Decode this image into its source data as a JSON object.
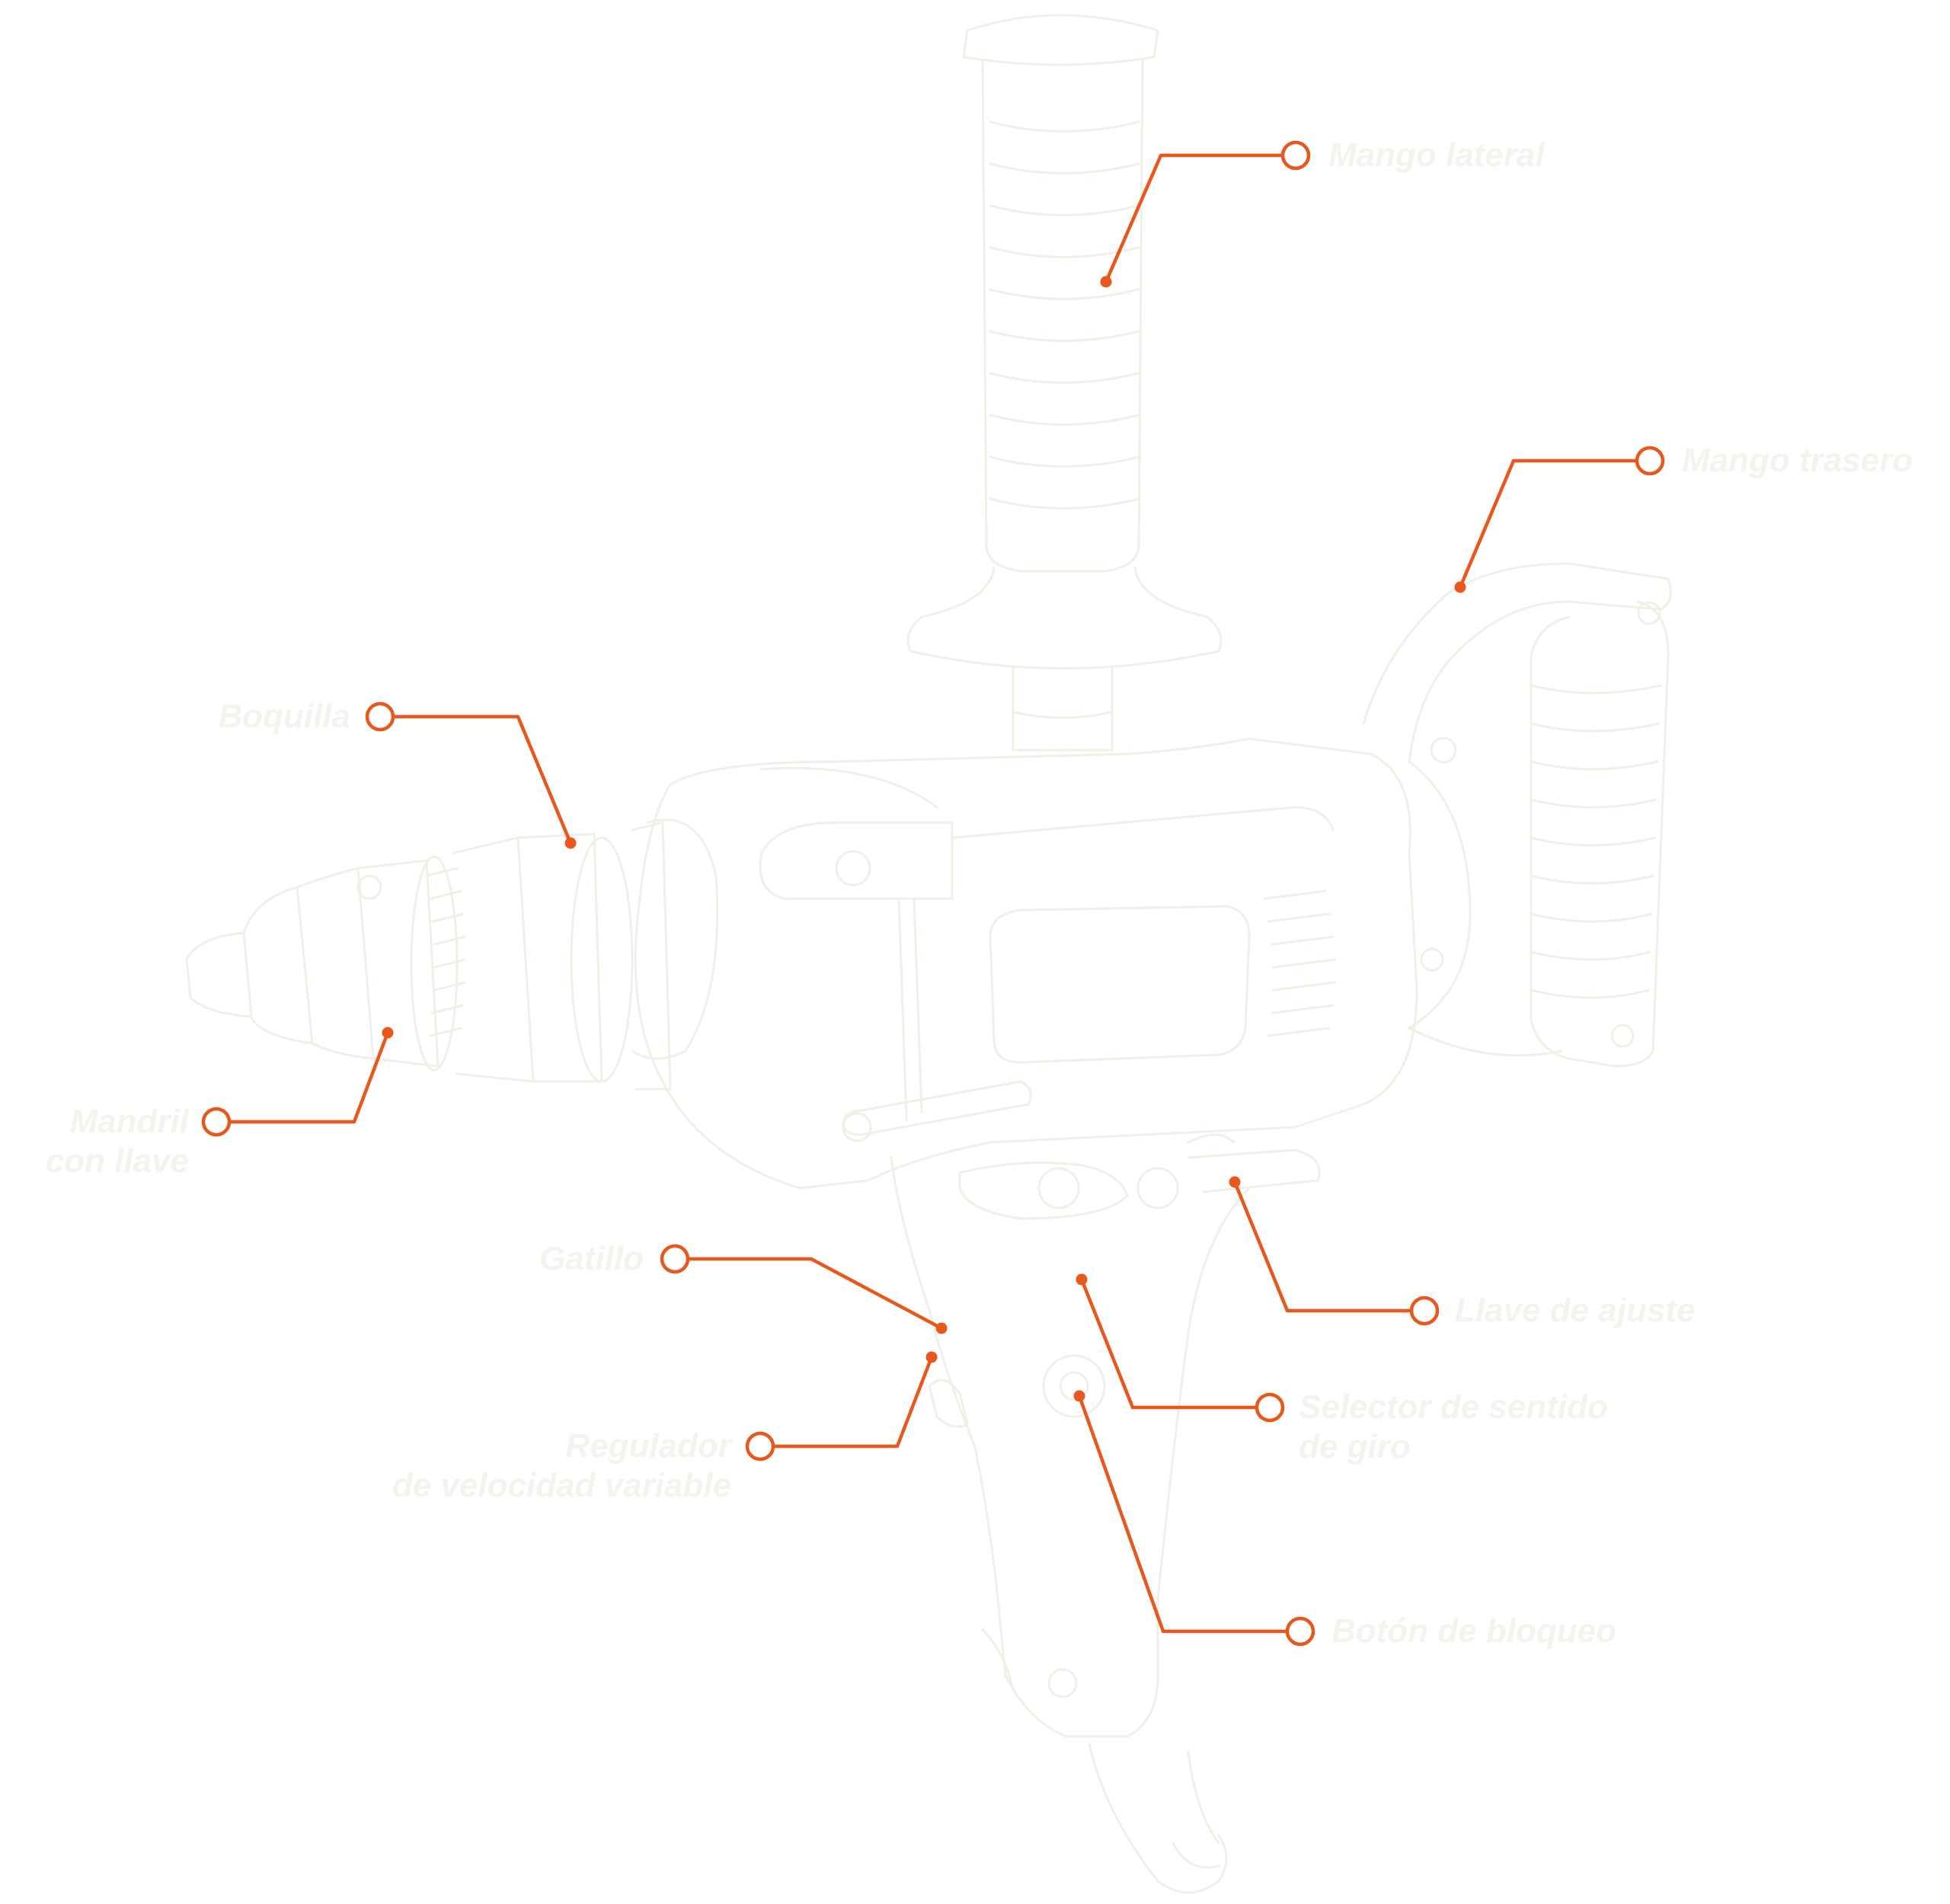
{
  "colors": {
    "accent": "#e8571b",
    "outline": "#f1efe6",
    "label": "#f4f3ee",
    "background": "#ffffff"
  },
  "labels": [
    {
      "id": "mango-lateral",
      "lines": [
        "Mango lateral"
      ]
    },
    {
      "id": "mango-trasero",
      "lines": [
        "Mango trasero"
      ]
    },
    {
      "id": "boquilla",
      "lines": [
        "Boquilla"
      ]
    },
    {
      "id": "mandril",
      "lines": [
        "Mandril",
        "con llave"
      ]
    },
    {
      "id": "gatillo",
      "lines": [
        "Gatillo"
      ]
    },
    {
      "id": "regulador",
      "lines": [
        "Regulador",
        "de velocidad variable"
      ]
    },
    {
      "id": "llave-ajuste",
      "lines": [
        "Llave de ajuste"
      ]
    },
    {
      "id": "selector",
      "lines": [
        "Selector de sentido",
        "de giro"
      ]
    },
    {
      "id": "boton-bloqueo",
      "lines": [
        "Botón de bloqueo"
      ]
    }
  ]
}
